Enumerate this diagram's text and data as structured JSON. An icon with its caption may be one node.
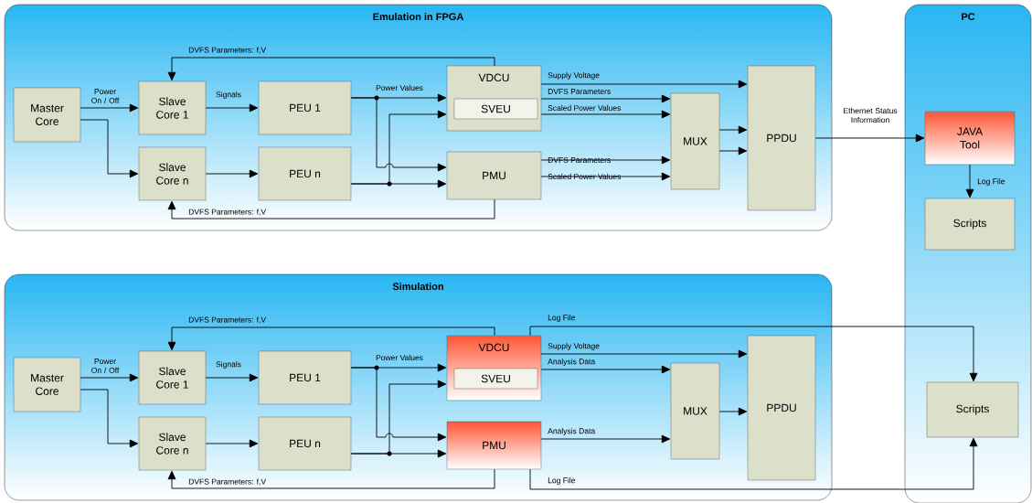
{
  "diagram": {
    "nodes": [
      {
        "text": [
          "Emulation in FPGA"
        ]
      },
      {
        "text": [
          "Master Core"
        ],
        "in": 0
      },
      {
        "text": [
          "Slave Core 1"
        ],
        "in": 0
      },
      {
        "text": [
          "Slave Core n"
        ],
        "in": 0
      },
      {
        "text": [
          "PEU 1"
        ],
        "in": 0
      },
      {
        "text": [
          "PEU n"
        ],
        "in": 0
      },
      {
        "text": [
          "VDCU"
        ],
        "in": 0
      },
      {
        "text": [
          "SVEU"
        ],
        "in": 6
      },
      {
        "text": [
          "PMU"
        ],
        "in": 0
      },
      {
        "text": [
          "MUX"
        ],
        "in": 0
      },
      {
        "text": [
          "PPDU"
        ],
        "in": 0
      },
      {
        "text": [
          "PC"
        ]
      },
      {
        "text": [
          "JAVA Tool"
        ],
        "in": 11
      },
      {
        "text": [
          "Scripts"
        ],
        "in": 11
      },
      {
        "text": [
          "Simulation"
        ]
      },
      {
        "text": [
          "Master Core"
        ],
        "in": 14
      },
      {
        "text": [
          "Slave Core 1"
        ],
        "in": 14
      },
      {
        "text": [
          "Slave Core n"
        ],
        "in": 14
      },
      {
        "text": [
          "PEU 1"
        ],
        "in": 14
      },
      {
        "text": [
          "PEU n"
        ],
        "in": 14
      },
      {
        "text": [
          "VDCU"
        ],
        "in": 14
      },
      {
        "text": [
          "SVEU"
        ],
        "in": 20
      },
      {
        "text": [
          "PMU"
        ],
        "in": 14
      },
      {
        "text": [
          "MUX"
        ],
        "in": 14
      },
      {
        "text": [
          "PPDU"
        ],
        "in": 14
      },
      {
        "text": [
          "Scripts"
        ],
        "in": 11
      }
    ],
    "edges": [
      {
        "from": 1,
        "to": 2,
        "arrow": "to",
        "label": "Power On / Off"
      },
      {
        "from": 1,
        "to": 3,
        "arrow": "to"
      },
      {
        "from": 2,
        "to": 4,
        "arrow": "to",
        "label": "Signals"
      },
      {
        "from": 3,
        "to": 5,
        "arrow": "to"
      },
      {
        "from": 4,
        "to": 6,
        "arrow": "to",
        "label": "Power Values"
      },
      {
        "from": 4,
        "to": 8,
        "arrow": "to"
      },
      {
        "from": 5,
        "to": 8,
        "arrow": "to"
      },
      {
        "from": 5,
        "to": 6,
        "arrow": "to"
      },
      {
        "from": 6,
        "to": 2,
        "arrow": "to",
        "label": "DVFS Parameters: f,V"
      },
      {
        "from": 8,
        "to": 3,
        "arrow": "to",
        "label": "DVFS Parameters: f,V"
      },
      {
        "from": 6,
        "to": 10,
        "arrow": "to",
        "label": "Supply Voltage"
      },
      {
        "from": 6,
        "to": 9,
        "arrow": "to",
        "label": "DVFS Parameters"
      },
      {
        "from": 6,
        "to": 9,
        "arrow": "to",
        "label": "Scaled Power Values"
      },
      {
        "from": 8,
        "to": 9,
        "arrow": "to",
        "label": "DVFS Parameters"
      },
      {
        "from": 8,
        "to": 9,
        "arrow": "to",
        "label": "Scaled Power Values"
      },
      {
        "from": 9,
        "to": 10,
        "arrow": "to"
      },
      {
        "from": 9,
        "to": 10,
        "arrow": "to"
      },
      {
        "from": 10,
        "to": 12,
        "arrow": "to",
        "label": "Ethernet Status Information"
      },
      {
        "from": 12,
        "to": 13,
        "arrow": "to",
        "label": "Log File"
      },
      {
        "from": 15,
        "to": 16,
        "arrow": "to",
        "label": "Power On / Off"
      },
      {
        "from": 15,
        "to": 17,
        "arrow": "to"
      },
      {
        "from": 16,
        "to": 18,
        "arrow": "to",
        "label": "Signals"
      },
      {
        "from": 17,
        "to": 19,
        "arrow": "to"
      },
      {
        "from": 18,
        "to": 20,
        "arrow": "to",
        "label": "Power Values"
      },
      {
        "from": 18,
        "to": 22,
        "arrow": "to"
      },
      {
        "from": 19,
        "to": 22,
        "arrow": "to"
      },
      {
        "from": 19,
        "to": 20,
        "arrow": "to"
      },
      {
        "from": 20,
        "to": 16,
        "arrow": "to",
        "label": "DVFS Parameters: f,V"
      },
      {
        "from": 22,
        "to": 17,
        "arrow": "to",
        "label": "DVFS Parameters: f,V"
      },
      {
        "from": 20,
        "to": 25,
        "arrow": "to",
        "label": "Log File"
      },
      {
        "from": 20,
        "to": 24,
        "arrow": "to",
        "label": "Supply Voltage"
      },
      {
        "from": 20,
        "to": 23,
        "arrow": "to",
        "label": "Analysis Data"
      },
      {
        "from": 22,
        "to": 23,
        "arrow": "to",
        "label": "Analysis Data"
      },
      {
        "from": 23,
        "to": 24,
        "arrow": "to"
      },
      {
        "from": 22,
        "to": 25,
        "arrow": "to",
        "label": "Log File"
      }
    ]
  }
}
